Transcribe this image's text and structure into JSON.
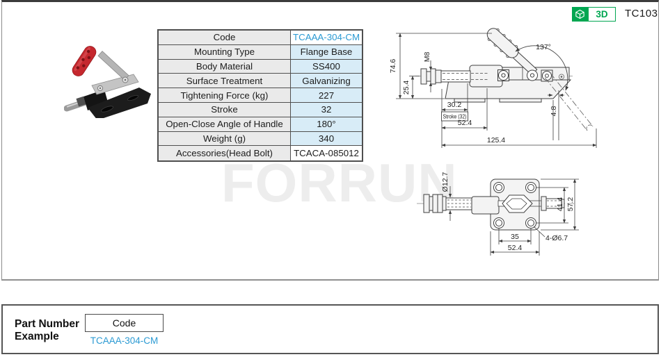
{
  "page": {
    "code_id": "TC103",
    "watermark": "FORRUN"
  },
  "badge_3d": {
    "label": "3D",
    "icon": "cube-icon",
    "color": "#00a651"
  },
  "spec_table": {
    "rows": [
      {
        "label": "Code",
        "value": "TCAAA-304-CM"
      },
      {
        "label": "Mounting Type",
        "value": "Flange Base"
      },
      {
        "label": "Body Material",
        "value": "SS400"
      },
      {
        "label": "Surface Treatment",
        "value": "Galvanizing"
      },
      {
        "label": "Tightening Force (kg)",
        "value": "227"
      },
      {
        "label": "Stroke",
        "value": "32"
      },
      {
        "label": "Open-Close Angle of Handle",
        "value": "180°"
      },
      {
        "label": "Weight (g)",
        "value": "340"
      },
      {
        "label": "Accessories(Head Bolt)",
        "value": "TCACA-085012"
      }
    ]
  },
  "drawings": {
    "side_view": {
      "dims": {
        "overall_height": "74.6",
        "thread": "M8",
        "base_height": "25.4",
        "handle_angle": "137°",
        "dim_30_2": "30.2",
        "stroke": "Stroke (32)",
        "dim_52_4": "52.4",
        "flange_offset": "4.8",
        "overall_length": "125.4"
      }
    },
    "top_view": {
      "dims": {
        "rod_diameter": "Ø12.7",
        "hole_spacing_v": "41.4",
        "plate_height": "57.2",
        "hole_spacing_h": "35",
        "plate_width": "52.4",
        "mounting_holes": "4-Ø6.7"
      }
    }
  },
  "part_number_example": {
    "heading": "Part Number Example",
    "box_label": "Code",
    "example_code": "TCAAA-304-CM"
  },
  "colors": {
    "accent_blue": "#2b9ad3",
    "brand_green": "#00a651",
    "table_alt_bg": "#d8ecf7",
    "table_label_bg": "#eaeaea"
  }
}
